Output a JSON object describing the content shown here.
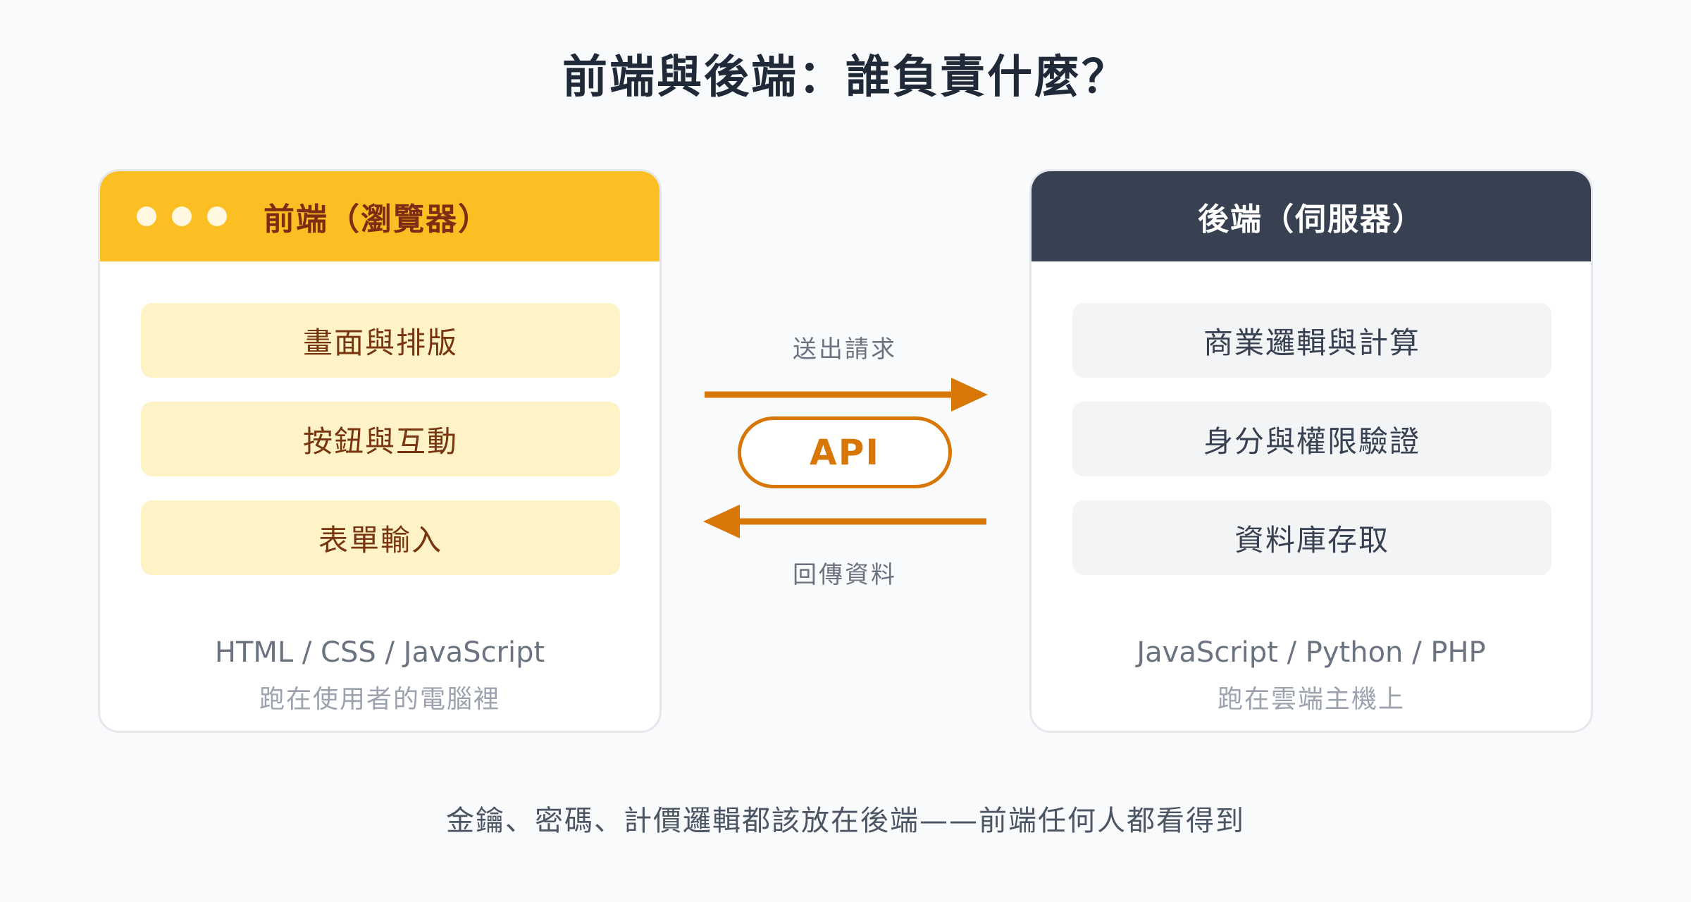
{
  "title": "前端與後端：誰負責什麼？",
  "frontend": {
    "header": "前端（瀏覽器）",
    "items": [
      "畫面與排版",
      "按鈕與互動",
      "表單輸入"
    ],
    "tech": "HTML / CSS / JavaScript",
    "where": "跑在使用者的電腦裡"
  },
  "backend": {
    "header": "後端（伺服器）",
    "items": [
      "商業邏輯與計算",
      "身分與權限驗證",
      "資料庫存取"
    ],
    "tech": "JavaScript / Python / PHP",
    "where": "跑在雲端主機上"
  },
  "connection": {
    "send_label": "送出請求",
    "api_label": "API",
    "return_label": "回傳資料"
  },
  "footer": "金鑰、密碼、計價邏輯都該放在後端——前端任何人都看得到",
  "colors": {
    "frontend_header": "#fbbf24",
    "frontend_item": "#fef3c7",
    "backend_header": "#374151",
    "backend_item": "#f3f4f6",
    "arrow": "#d97706"
  }
}
